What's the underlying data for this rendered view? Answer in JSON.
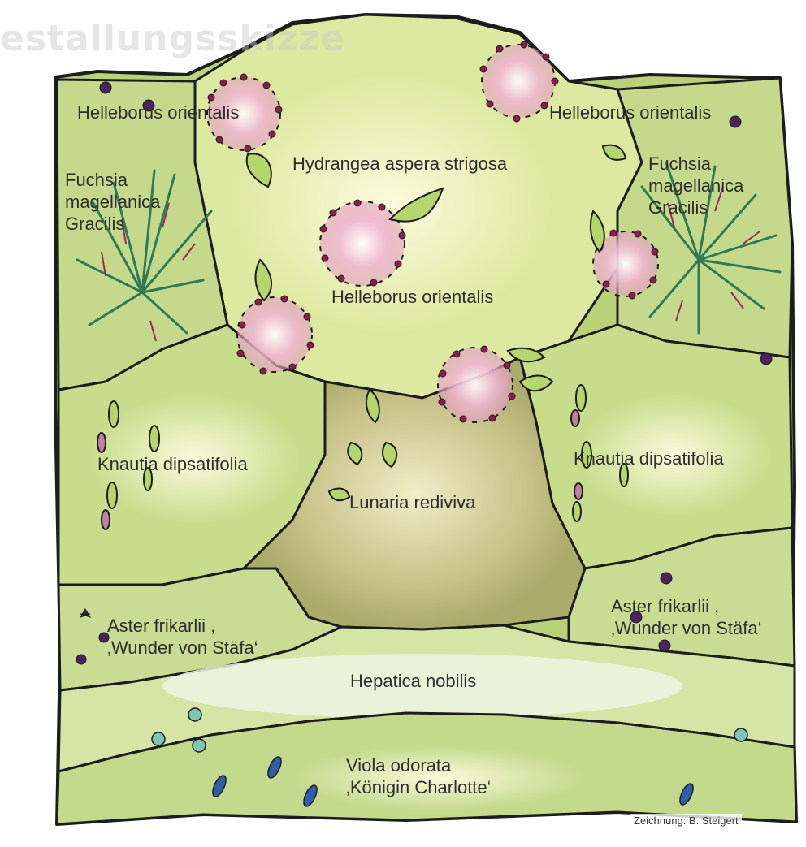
{
  "background_text": "estallungsskizze",
  "credit": "Zeichnung: B. Steigert",
  "labels": {
    "helleborus_top_left": "Helleborus orientalis",
    "helleborus_top_right": "Helleborus orientalis",
    "hydrangea": "Hydrangea aspera strigosa",
    "fuchsia_left": [
      "Fuchsia",
      "magellanica",
      "Gracilis"
    ],
    "fuchsia_right": [
      "Fuchsia",
      "magellanica",
      "Gracilis"
    ],
    "helleborus_center": "Helleborus orientalis",
    "knautia_left": "Knautia dipsatifolia",
    "knautia_right": "Knautia dipsatifolia",
    "lunaria": "Lunaria rediviva",
    "aster_left": [
      "Aster frikarlii ,",
      "‚Wunder von Stäfa‘"
    ],
    "aster_right": [
      "Aster frikarlii ,",
      "‚Wunder von Stäfa‘"
    ],
    "hepatica": "Hepatica nobilis",
    "viola": [
      "Viola odorata",
      "‚Königin Charlotte‘"
    ]
  },
  "colors": {
    "grass_light": "#e9efb8",
    "grass_mid": "#b9d27a",
    "grass_dark": "#8fb84e",
    "hellebore_pink": "#e7a9c8",
    "berry": "#8a1f4f",
    "lunaria_brown": "#b8ae7a",
    "outline": "#1d1d1d",
    "aster_purple": "#4a2360",
    "viola_blue": "#2f5fa8",
    "hepatica_teal": "#7fc4b8"
  }
}
